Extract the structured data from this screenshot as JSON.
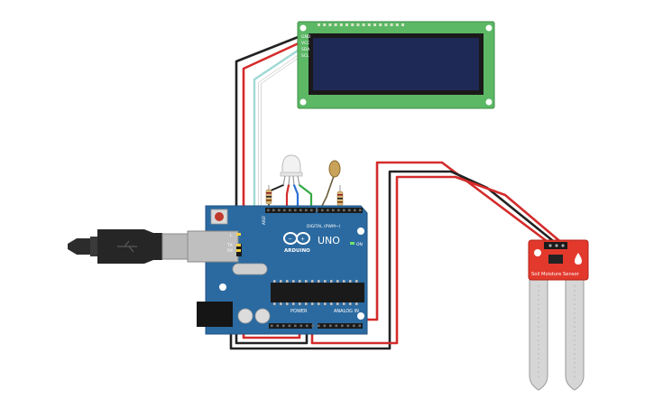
{
  "lcd": {
    "pin_labels": [
      "GND",
      "VCC",
      "SDA",
      "SCL"
    ],
    "board_color": "#5cb865",
    "screen_color": "#1e2a55"
  },
  "arduino": {
    "brand": "ARDUINO",
    "model": "UNO",
    "digital_header_label": "DIGITAL (PWM~)",
    "power_label": "POWER",
    "analog_label": "ANALOG IN",
    "on_label": "ON",
    "aref_label": "AREF",
    "led_labels": [
      "L",
      "TX",
      "RX"
    ],
    "board_color": "#2b6aa0"
  },
  "soil_sensor": {
    "label": "Soil Moisture Sensor",
    "board_color": "#e2392c"
  },
  "wire_colors": {
    "power": "#d42b2b",
    "ground": "#222222",
    "sda": "#9fd9d4",
    "scl": "#ffffff",
    "signal_green": "#33aa44",
    "signal_blue": "#2a6fd6"
  }
}
